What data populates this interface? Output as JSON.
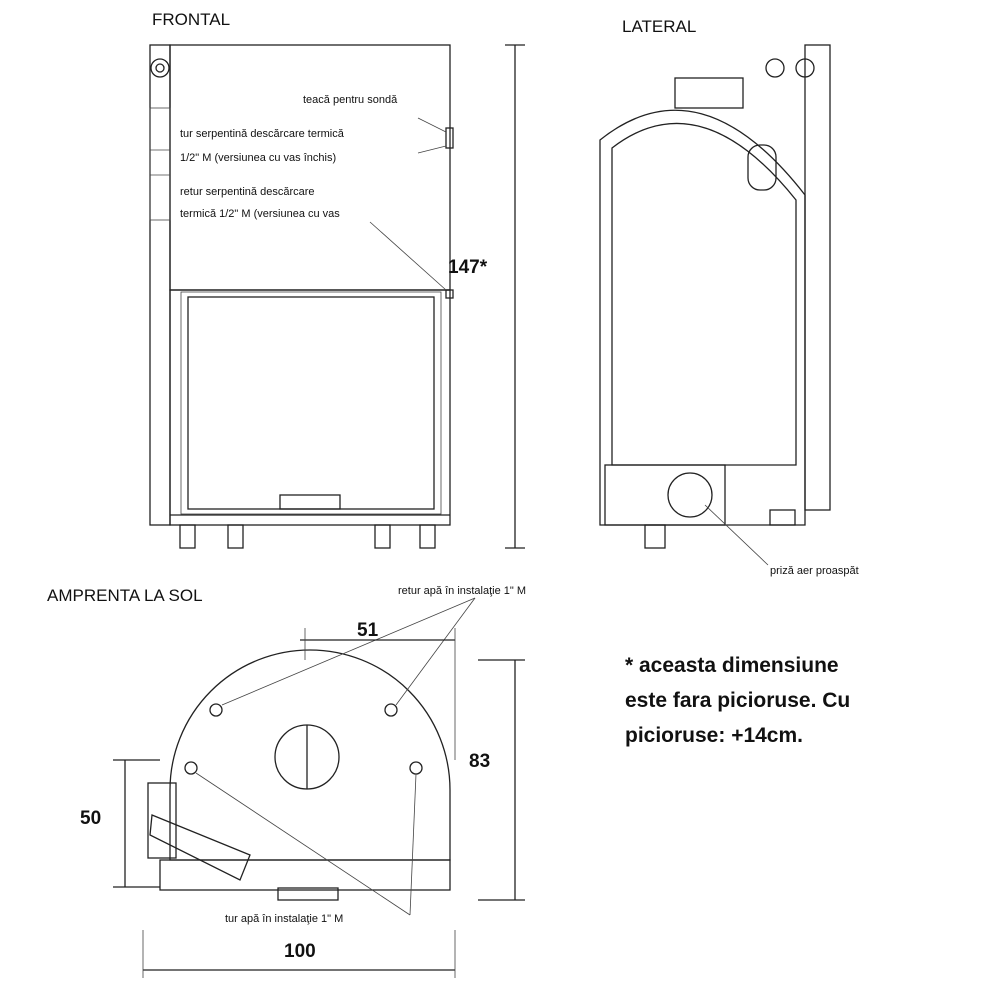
{
  "views": {
    "frontal": "FRONTAL",
    "lateral": "LATERAL",
    "footprint": "AMPRENTA LA SOL"
  },
  "labels": {
    "probe_sleeve": "teacă pentru sondă",
    "coil_out_1": "tur serpentină descărcare termică",
    "coil_out_2": "1/2\" M (versiunea cu vas închis)",
    "coil_ret_1": "retur serpentină descărcare",
    "coil_ret_2": "termică 1/2\" M (versiunea cu vas",
    "fresh_air": "priză aer proaspăt",
    "water_return": "retur apă în instalaţie 1\" M",
    "water_out": "tur apă în instalaţie 1\" M"
  },
  "dimensions": {
    "height": "147*",
    "offset": "51",
    "depth": "83",
    "side": "50",
    "width": "100"
  },
  "note": {
    "line1": "* aceasta dimensiune",
    "line2": "este fara picioruse. Cu",
    "line3": "picioruse: +14cm."
  }
}
